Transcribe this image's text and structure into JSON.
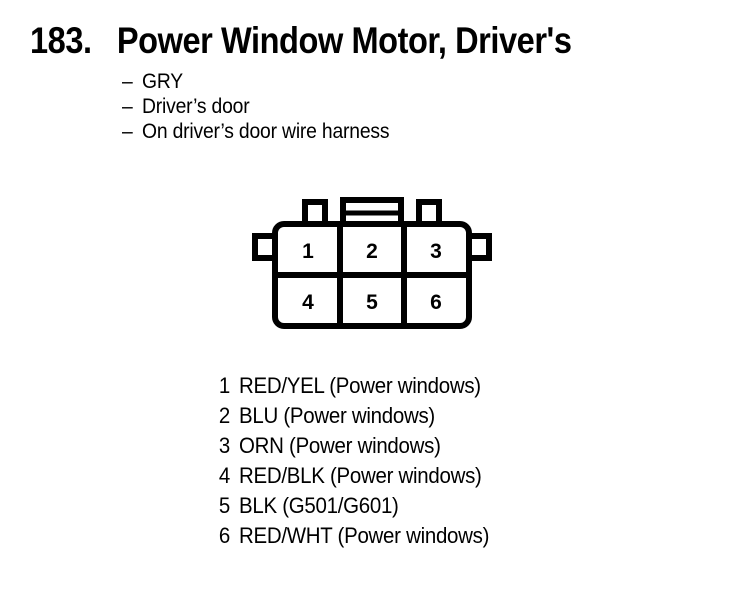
{
  "page": {
    "background_color": "#ffffff",
    "ink_color": "#000000"
  },
  "header": {
    "number": "183.",
    "title": "Power Window Motor, Driver's"
  },
  "notes": {
    "dash": "–",
    "items": [
      "GRY",
      "Driver’s door",
      "On driver’s door wire harness"
    ]
  },
  "connector": {
    "name": "6-pin connector face view",
    "rows": [
      {
        "cells": [
          "1",
          "2",
          "3"
        ]
      },
      {
        "cells": [
          "4",
          "5",
          "6"
        ]
      }
    ],
    "top_tabs": [
      "left-square-tab",
      "center-latch-tab",
      "right-square-tab"
    ],
    "side_tabs": [
      "left-side-tab",
      "right-side-tab"
    ]
  },
  "legend": {
    "rows": [
      {
        "pin": "1",
        "label": "RED/YEL (Power windows)"
      },
      {
        "pin": "2",
        "label": "BLU (Power windows)"
      },
      {
        "pin": "3",
        "label": "ORN (Power windows)"
      },
      {
        "pin": "4",
        "label": "RED/BLK (Power windows)"
      },
      {
        "pin": "5",
        "label": "BLK (G501/G601)"
      },
      {
        "pin": "6",
        "label": "RED/WHT (Power windows)"
      }
    ]
  }
}
